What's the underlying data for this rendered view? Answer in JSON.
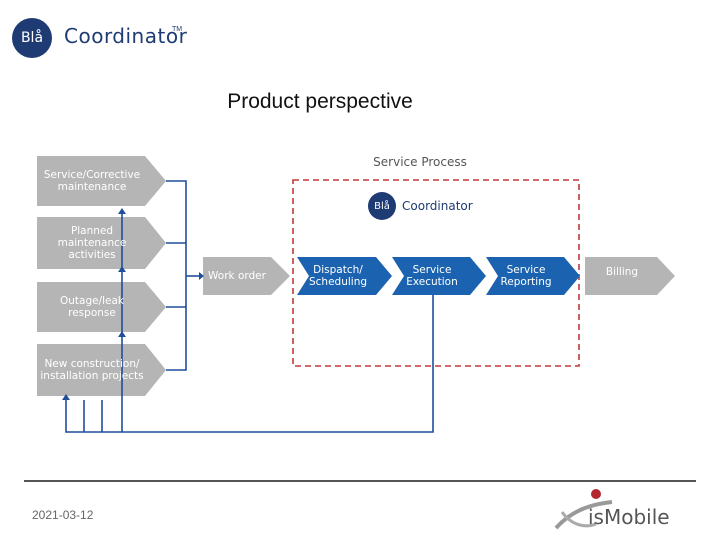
{
  "logo": {
    "circle_text": "Blå",
    "word": "Coordinator",
    "tm": "TM"
  },
  "title": "Product perspective",
  "diagram": {
    "process_title": "Service Process",
    "inner_logo": {
      "circle_text": "Blå",
      "word": "Coordinator"
    },
    "inputs": [
      "Service/Corrective maintenance",
      "Planned maintenance activities",
      "Outage/leak response",
      "New construction/ installation projects"
    ],
    "work_order": "Work order",
    "process_steps": [
      "Dispatch/ Scheduling",
      "Service Execution",
      "Service Reporting"
    ],
    "billing": "Billing",
    "colors": {
      "gray_box": "#b5b5b5",
      "blue_box": "#1b63b0",
      "dashed_border": "#c0393b",
      "line": "#1f4e9a"
    }
  },
  "footer": {
    "date": "2021-03-12",
    "brand": "isMobile"
  }
}
